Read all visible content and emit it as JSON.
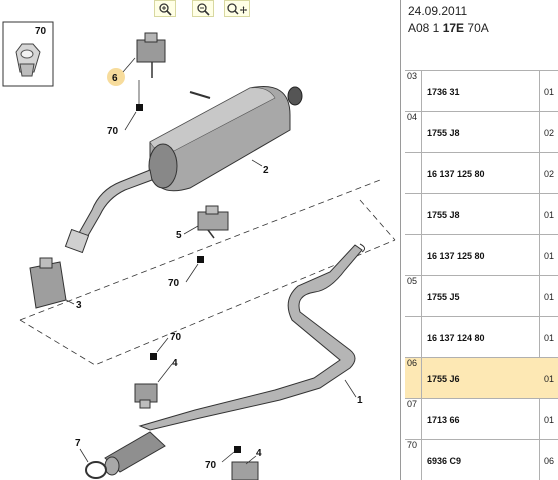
{
  "toolbar": {
    "buttons": [
      {
        "name": "zoom-in-button",
        "icon": "zoom-in-icon"
      },
      {
        "name": "zoom-out-button",
        "icon": "zoom-out-icon"
      },
      {
        "name": "zoom-move-button",
        "icon": "zoom-move-icon"
      }
    ]
  },
  "document": {
    "date": "24.09.2011",
    "ref_prefix": "A08 1 ",
    "ref_bold": "17E",
    "ref_suffix": " 70A"
  },
  "diagram": {
    "callouts": {
      "inset": "70",
      "c6": "6",
      "c70a": "70",
      "c2": "2",
      "c5": "5",
      "c70b": "70",
      "c3": "3",
      "c70c": "70",
      "c4a": "4",
      "c1": "1",
      "c7": "7",
      "c70d": "70",
      "c4b": "4"
    },
    "colors": {
      "callout_highlight": "#f7dc9c",
      "accent": "#fde8b4"
    }
  },
  "parts": [
    {
      "idx": "03",
      "ref": "1736 31",
      "qty": "01"
    },
    {
      "idx": "04",
      "ref": "1755 J8",
      "qty": "02"
    },
    {
      "idx": "",
      "ref": "16 137 125 80",
      "qty": "02"
    },
    {
      "idx": "",
      "ref": "1755 J8",
      "qty": "01"
    },
    {
      "idx": "",
      "ref": "16 137 125 80",
      "qty": "01"
    },
    {
      "idx": "05",
      "ref": "1755 J5",
      "qty": "01"
    },
    {
      "idx": "",
      "ref": "16 137 124 80",
      "qty": "01"
    },
    {
      "idx": "06",
      "ref": "1755 J6",
      "qty": "01",
      "selected": true
    },
    {
      "idx": "07",
      "ref": "1713 66",
      "qty": "01"
    },
    {
      "idx": "70",
      "ref": "6936 C9",
      "qty": "06"
    }
  ]
}
